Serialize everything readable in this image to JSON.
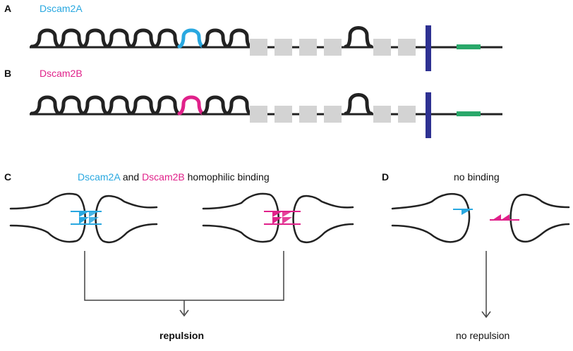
{
  "panels": {
    "a": {
      "letter": "A",
      "name": "Dscam2A",
      "color": "#29a8e0"
    },
    "b": {
      "letter": "B",
      "name": "Dscam2B",
      "color": "#e0218a"
    },
    "c": {
      "letter": "C",
      "name_a": "Dscam2A",
      "and": "and",
      "name_b": "Dscam2B",
      "rest": "homophilic binding",
      "outcome": "repulsion"
    },
    "d": {
      "letter": "D",
      "title": "no binding",
      "outcome": "no repulsion"
    }
  },
  "colors": {
    "stroke": "#222222",
    "fn3_domain": "#d3d3d3",
    "transmembrane": "#2e3192",
    "cytoplasmic_tag": "#2aa86a",
    "isoform_a": "#29a8e0",
    "isoform_b": "#e0218a"
  }
}
